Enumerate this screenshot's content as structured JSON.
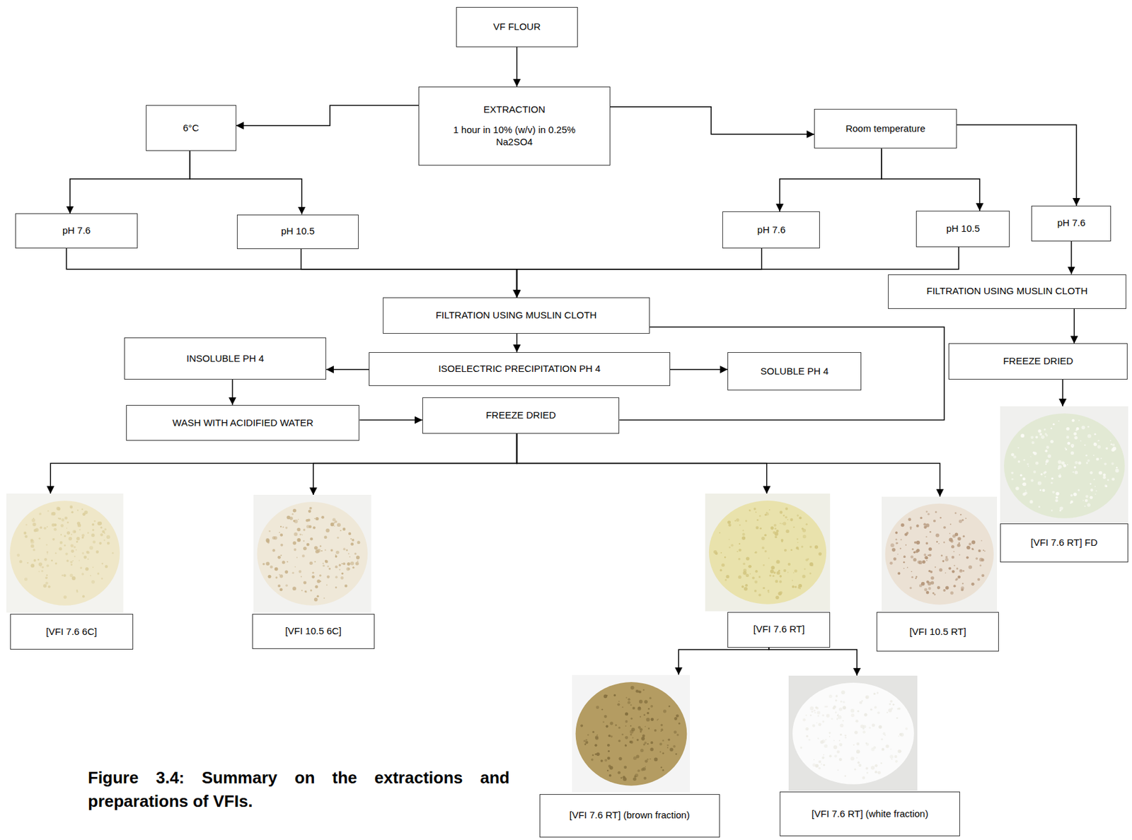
{
  "diagram": {
    "caption": "Figure 3.4: Summary on the extractions and preparations of VFIs.",
    "nodes": [
      {
        "text": [
          "VF FLOUR"
        ]
      },
      {
        "text": [
          "EXTRACTION",
          "1 hour in 10% (w/v) in 0.25% Na2SO4"
        ]
      },
      {
        "text": [
          "6°C"
        ]
      },
      {
        "text": [
          "Room temperature"
        ]
      },
      {
        "text": [
          "pH 7.6"
        ]
      },
      {
        "text": [
          "pH 10.5"
        ]
      },
      {
        "text": [
          "pH 7.6"
        ]
      },
      {
        "text": [
          "pH 10.5"
        ]
      },
      {
        "text": [
          "pH 7.6"
        ]
      },
      {
        "text": [
          "FILTRATION USING MUSLIN CLOTH"
        ]
      },
      {
        "text": [
          "FILTRATION USING MUSLIN CLOTH"
        ]
      },
      {
        "text": [
          "INSOLUBLE PH 4"
        ]
      },
      {
        "text": [
          "ISOELECTRIC PRECIPITATION PH 4"
        ]
      },
      {
        "text": [
          "SOLUBLE PH 4"
        ]
      },
      {
        "text": [
          "WASH WITH ACIDIFIED WATER"
        ]
      },
      {
        "text": [
          "FREEZE DRIED"
        ]
      },
      {
        "text": [
          "FREEZE DRIED"
        ]
      },
      {
        "text": [
          "[VFI 7.6 6C]"
        ]
      },
      {
        "text": [
          "[VFI 10.5 6C]"
        ]
      },
      {
        "text": [
          "[VFI 7.6 RT]"
        ]
      },
      {
        "text": [
          "[VFI 10.5 RT]"
        ]
      },
      {
        "text": [
          "[VFI 7.6 RT] FD"
        ]
      },
      {
        "text": [
          "[VFI 7.6 RT] (brown fraction)"
        ]
      },
      {
        "text": [
          "[VFI 7.6 RT] (white fraction)"
        ]
      }
    ],
    "edges": [
      {
        "from": 0,
        "to": 1,
        "arrow": "to"
      },
      {
        "from": 1,
        "to": 2,
        "arrow": "to"
      },
      {
        "from": 1,
        "to": 3,
        "arrow": "to"
      },
      {
        "from": 2,
        "to": 4,
        "arrow": "to"
      },
      {
        "from": 2,
        "to": 5,
        "arrow": "to"
      },
      {
        "from": 3,
        "to": 6,
        "arrow": "to"
      },
      {
        "from": 3,
        "to": 7,
        "arrow": "to"
      },
      {
        "from": 3,
        "to": 8,
        "arrow": "to"
      },
      {
        "from": 4,
        "to": 9,
        "arrow": "to"
      },
      {
        "from": 5,
        "to": 9,
        "arrow": "to"
      },
      {
        "from": 6,
        "to": 9,
        "arrow": "to"
      },
      {
        "from": 7,
        "to": 9,
        "arrow": "to"
      },
      {
        "from": 8,
        "to": 10,
        "arrow": "to"
      },
      {
        "from": 10,
        "to": 16,
        "arrow": "to"
      },
      {
        "from": 9,
        "to": 12,
        "arrow": "to"
      },
      {
        "from": 12,
        "to": 11,
        "arrow": "to"
      },
      {
        "from": 12,
        "to": 13,
        "arrow": "to"
      },
      {
        "from": 11,
        "to": 14,
        "arrow": "to"
      },
      {
        "from": 14,
        "to": 15,
        "arrow": "to"
      },
      {
        "from": 9,
        "to": 15,
        "arrow": "none"
      },
      {
        "from": 15,
        "to": 17,
        "arrow": "to"
      },
      {
        "from": 15,
        "to": 18,
        "arrow": "to"
      },
      {
        "from": 15,
        "to": 19,
        "arrow": "to"
      },
      {
        "from": 15,
        "to": 20,
        "arrow": "to"
      },
      {
        "from": 16,
        "to": 21,
        "arrow": "to"
      },
      {
        "from": 19,
        "to": 22,
        "arrow": "to"
      },
      {
        "from": 19,
        "to": 23,
        "arrow": "to"
      }
    ]
  }
}
